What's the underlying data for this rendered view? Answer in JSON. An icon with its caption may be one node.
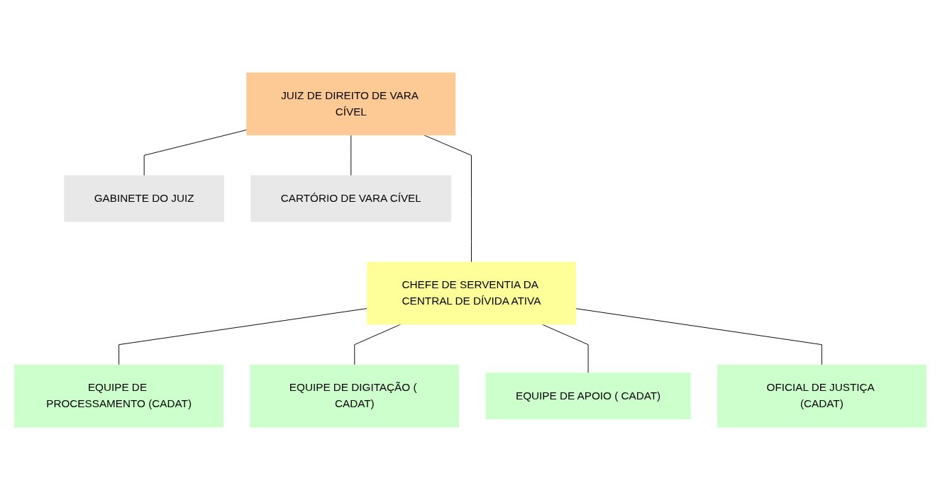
{
  "diagram": {
    "nodes": [
      {
        "text": [
          "JUIZ DE DIREITO DE VARA CÍVEL"
        ]
      },
      {
        "text": [
          "GABINETE DO JUIZ"
        ]
      },
      {
        "text": [
          "CARTÓRIO DE VARA CÍVEL"
        ]
      },
      {
        "text": [
          "CHEFE DE SERVENTIA DA CENTRAL DE DÍVIDA ATIVA"
        ]
      },
      {
        "text": [
          "EQUIPE DE PROCESSAMENTO (CADAT)"
        ]
      },
      {
        "text": [
          "EQUIPE DE DIGITAÇÃO ( CADAT)"
        ]
      },
      {
        "text": [
          "EQUIPE DE APOIO ( CADAT)"
        ]
      },
      {
        "text": [
          "OFICIAL DE JUSTIÇA (CADAT)"
        ]
      }
    ],
    "edges": [
      {
        "from": 0,
        "to": 2,
        "arrow": "none"
      },
      {
        "from": 0,
        "to": 3,
        "arrow": "none"
      },
      {
        "from": 0,
        "to": 1,
        "arrow": "none"
      },
      {
        "from": 3,
        "to": 4,
        "arrow": "none"
      },
      {
        "from": 3,
        "to": 5,
        "arrow": "none"
      },
      {
        "from": 3,
        "to": 6,
        "arrow": "none"
      },
      {
        "from": 3,
        "to": 7,
        "arrow": "none"
      }
    ]
  }
}
